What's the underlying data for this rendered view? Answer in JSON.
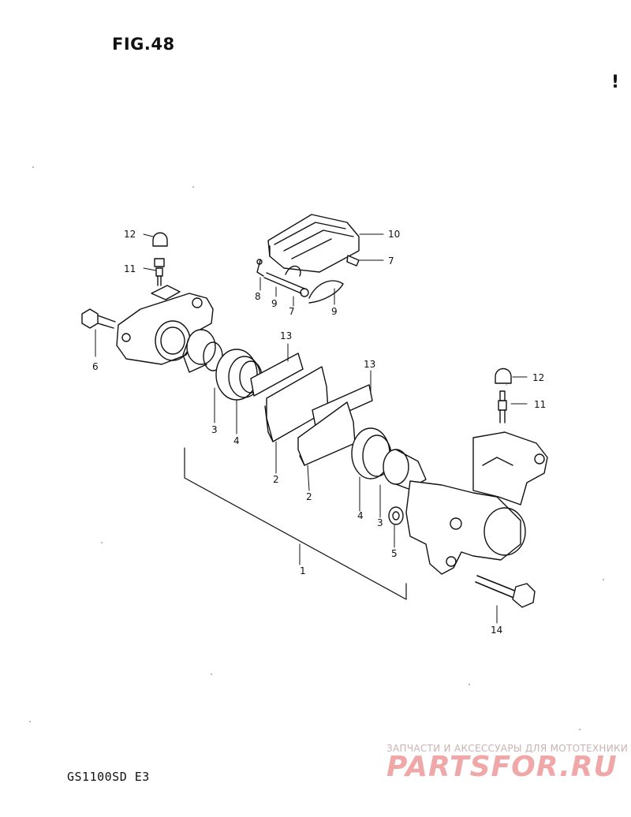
{
  "figure": {
    "title": "FIG.48",
    "mark": "!"
  },
  "callouts": {
    "c1": "1",
    "c2a": "2",
    "c2b": "2",
    "c3a": "3",
    "c3b": "3",
    "c4a": "4",
    "c4b": "4",
    "c5": "5",
    "c6": "6",
    "c7a": "7",
    "c7b": "7",
    "c8": "8",
    "c9a": "9",
    "c9b": "9",
    "c10": "10",
    "c11a": "11",
    "c11b": "11",
    "c12a": "12",
    "c12b": "12",
    "c13a": "13",
    "c13b": "13",
    "c14": "14"
  },
  "footer": {
    "model": "GS1100SD  E3"
  },
  "watermark": {
    "tagline": "ЗАПЧАСТИ И АКСЕССУАРЫ ДЛЯ МОТОТЕХНИКИ",
    "logo": "PARTSFOR.RU"
  }
}
